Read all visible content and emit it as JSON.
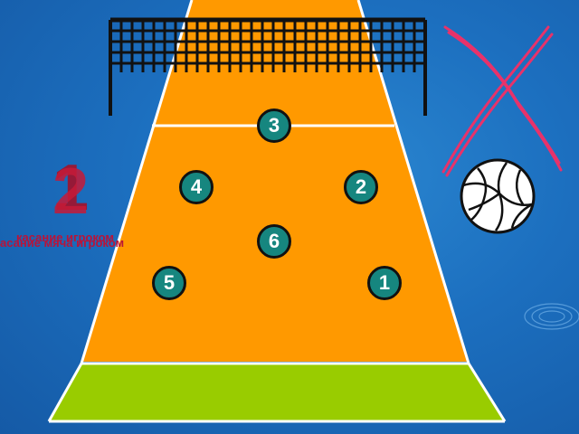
{
  "colors": {
    "background": "#1c6fbf",
    "court": "#ff9900",
    "court_back": "#99cc00",
    "court_line": "#ffffff",
    "player_fill": "#16867f",
    "cross": "#e8326a",
    "big_number": "#a3122a"
  },
  "players": [
    {
      "label": "3",
      "zone": "front-center"
    },
    {
      "label": "2",
      "zone": "front-right"
    },
    {
      "label": "4",
      "zone": "front-left"
    },
    {
      "label": "6",
      "zone": "back-center"
    },
    {
      "label": "5",
      "zone": "back-left"
    },
    {
      "label": "1",
      "zone": "back-right"
    }
  ],
  "overlay": {
    "numbers": [
      "1",
      "2"
    ],
    "captions": [
      "касание игроком",
      "асание мяча игроком"
    ]
  },
  "icons": {
    "net": "volleyball-net-icon",
    "cross": "cross-mark-icon",
    "ball": "volleyball-ball-icon",
    "ripple": "water-ripple-icon"
  }
}
